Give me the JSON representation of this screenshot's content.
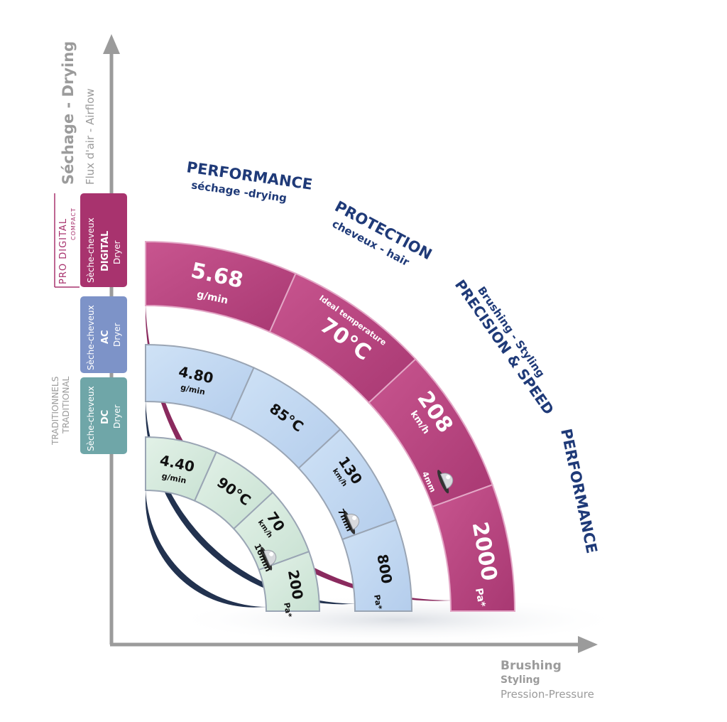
{
  "y_axis": {
    "title": "Séchage - Drying",
    "subtitle": "Flux d'air - Airflow"
  },
  "x_axis": {
    "title": "Brushing",
    "subtitle": "Styling",
    "caption": "Pression-Pressure"
  },
  "brand": {
    "name": "PRO DIGITAL",
    "sub": "COMPACT"
  },
  "traditional": {
    "line1": "TRADITIONNELS",
    "line2": "TRADITIONAL"
  },
  "tabs": {
    "digital": {
      "top": "Sèche-cheveux",
      "mid": "DIGITAL",
      "bot": "Dryer",
      "color": "#a8336e"
    },
    "ac": {
      "top": "Sèche-cheveux",
      "mid": "AC",
      "bot": "Dryer",
      "color": "#7d93c8"
    },
    "dc": {
      "top": "Sèche-cheveux",
      "mid": "DC",
      "bot": "Dryer",
      "color": "#6fa6a8"
    }
  },
  "headings": {
    "performance_drying": {
      "title": "PERFORMANCE",
      "sub": "séchage -drying"
    },
    "protection": {
      "title": "PROTECTION",
      "sub": "cheveux - hair"
    },
    "precision": {
      "title": "PRECISION & SPEED",
      "sub": "Brushing - Styling"
    },
    "performance_pressure": {
      "title": "PERFORMANCE"
    }
  },
  "arcs": {
    "digital": {
      "color": "#b84a86",
      "airflow": {
        "value": "5.68",
        "unit": "g/min"
      },
      "temperature": {
        "label": "Ideal temperature",
        "value": "70°C"
      },
      "speed": {
        "value": "208",
        "unit": "km/h",
        "nozzle": "4mm"
      },
      "pressure": {
        "value": "2000",
        "unit": "Pa*"
      }
    },
    "ac": {
      "color": "#bcd6f1",
      "airflow": {
        "value": "4.80",
        "unit": "g/min"
      },
      "temperature": {
        "value": "85°C"
      },
      "speed": {
        "value": "130",
        "unit": "km/h",
        "nozzle": "7mm"
      },
      "pressure": {
        "value": "800",
        "unit": "Pa*"
      }
    },
    "dc": {
      "color": "#d4eadc",
      "airflow": {
        "value": "4.40",
        "unit": "g/min"
      },
      "temperature": {
        "value": "90°C"
      },
      "speed": {
        "value": "70",
        "unit": "km/h",
        "nozzle": "16mm"
      },
      "pressure": {
        "value": "200",
        "unit": "Pa*"
      }
    }
  }
}
